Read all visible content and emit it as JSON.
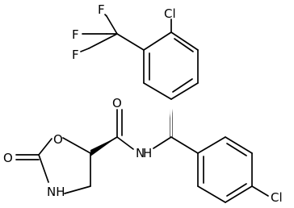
{
  "diagram": {
    "type": "chemical-structure",
    "atoms": {
      "cl_top": "Cl",
      "f1": "F",
      "f2": "F",
      "f3": "F",
      "o_carbonyl_amide": "O",
      "nh_amide": "N",
      "h_amide": "H",
      "o_ring": "O",
      "o_carbonyl_ring": "O",
      "nh_ring": "NH",
      "cl_bottom": "Cl"
    },
    "colors": {
      "bond": "#000000",
      "label": "#000000",
      "background": "#ffffff"
    }
  }
}
